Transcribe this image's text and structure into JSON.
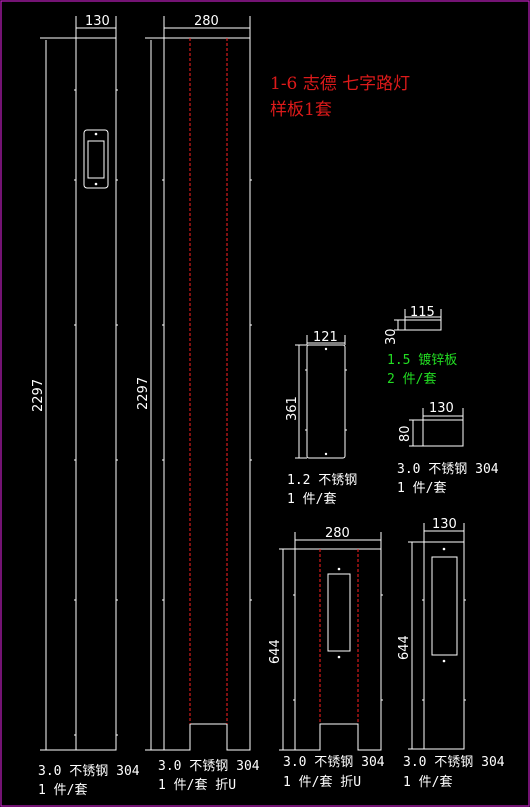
{
  "title": {
    "line1": "1-6 志德 七字路灯",
    "line2": "样板1套",
    "color": "#dd1a1a"
  },
  "parts": [
    {
      "id": "post-back",
      "width_label": "130",
      "height_label": "2297",
      "note_line1": "3.0 不锈钢 304",
      "note_line2": "1 件/套"
    },
    {
      "id": "post-front",
      "width_label": "280",
      "height_label": "2297",
      "note_line1": "3.0 不锈钢 304",
      "note_line2": "1 件/套 折U"
    },
    {
      "id": "plate-121",
      "width_label": "121",
      "height_label": "361",
      "note_line1": "1.2 不锈钢",
      "note_line2": "1 件/套"
    },
    {
      "id": "strip-115",
      "width_label": "115",
      "height_label": "30",
      "note_line1": "1.5 镀锌板",
      "note_line2": "2 件/套",
      "note_color": "#22dd22"
    },
    {
      "id": "plate-130x80",
      "width_label": "130",
      "height_label": "80",
      "note_line1": "3.0 不锈钢 304",
      "note_line2": "1 件/套"
    },
    {
      "id": "box-front",
      "width_label": "280",
      "height_label": "644",
      "note_line1": "3.0 不锈钢 304",
      "note_line2": "1 件/套 折U"
    },
    {
      "id": "box-back",
      "width_label": "130",
      "height_label": "644",
      "note_line1": "3.0 不锈钢 304",
      "note_line2": "1 件/套"
    }
  ]
}
